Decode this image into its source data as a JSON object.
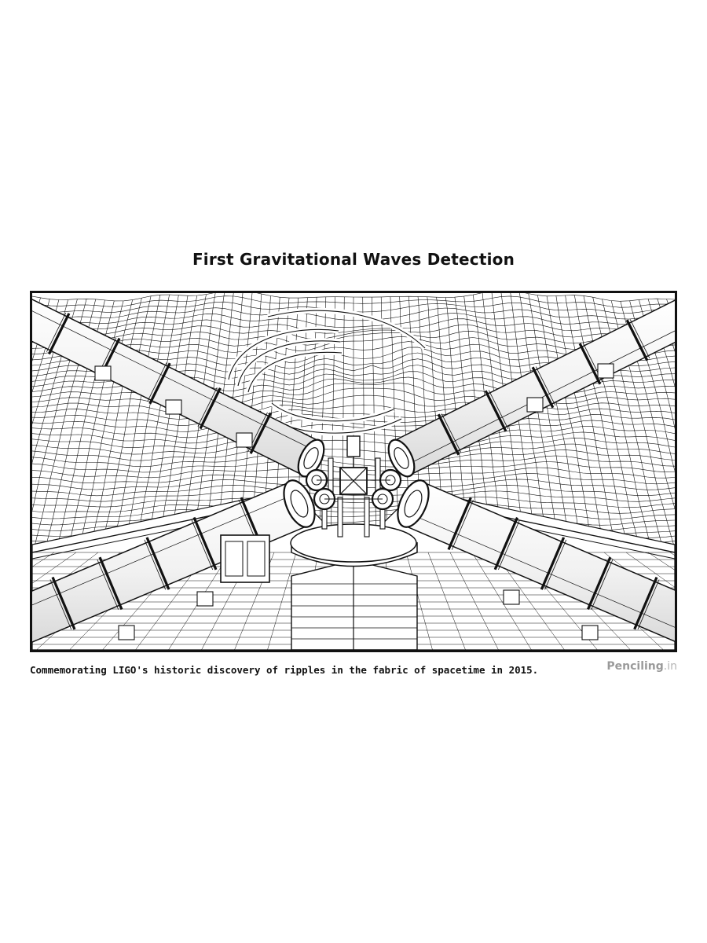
{
  "title": "First Gravitational Waves Detection",
  "caption": "Commemorating LIGO's historic discovery of ripples in the fabric of spacetime in 2015.",
  "brand": {
    "name": "Penciling",
    "suffix": ".in"
  },
  "colors": {
    "ink": "#111111",
    "paper": "#ffffff",
    "brand": "#9a9a9a"
  }
}
